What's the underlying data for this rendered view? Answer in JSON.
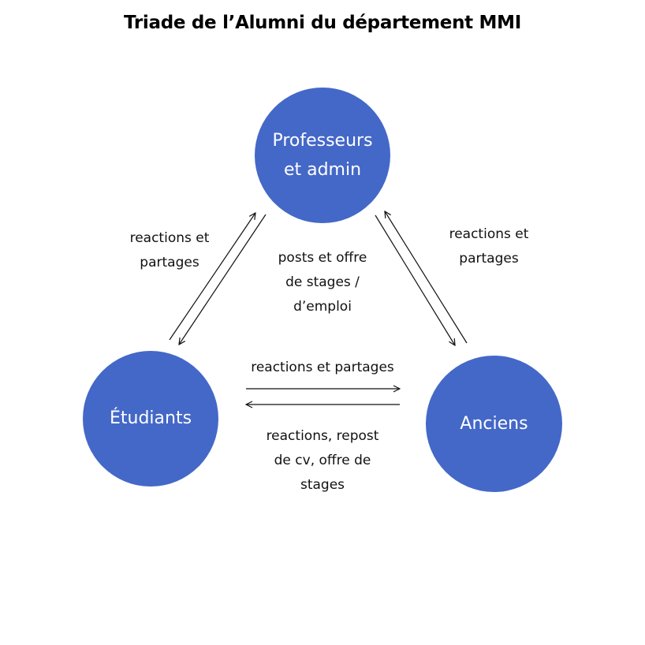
{
  "title": "Triade de l’Alumni du département MMI",
  "colors": {
    "node_fill": "#4468c8",
    "arrow": "#111111"
  },
  "nodes": {
    "profs": "Professeurs\net admin",
    "etudiants": "Étudiants",
    "anciens": "Anciens"
  },
  "edge_labels": {
    "left": "reactions et\npartages",
    "right": "reactions et\npartages",
    "center": "posts et offre\nde stages /\nd’emploi",
    "bottom_top": "reactions et partages",
    "bottom": "reactions, repost\nde cv, offre de\nstages"
  }
}
